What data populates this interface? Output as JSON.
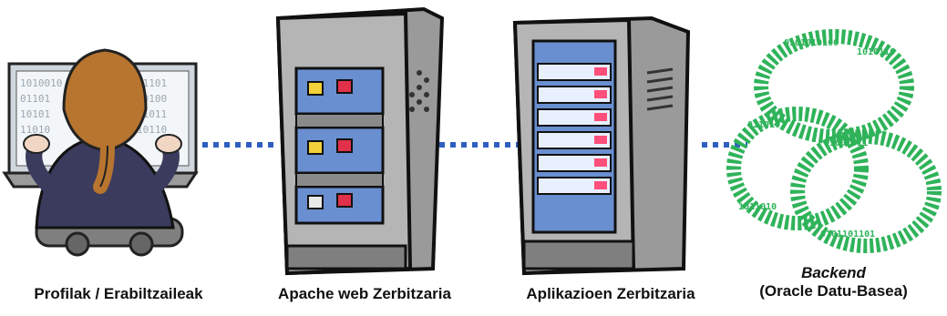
{
  "nodes": [
    {
      "id": "users",
      "label": "Profilak / Erabiltzaileak"
    },
    {
      "id": "apache",
      "label": "Apache web Zerbitzaria"
    },
    {
      "id": "appserver",
      "label": "Aplikazioen Zerbitzaria"
    },
    {
      "id": "backend",
      "label_em": "Backend",
      "label": "(Oracle Datu-Basea)"
    }
  ],
  "colors": {
    "connector": "#2f5fbf",
    "server_body": "#b5b5b5",
    "server_front": "#8a8a8a",
    "bay_blue": "#6a8fd0",
    "led_yellow": "#f2d13a",
    "led_red": "#e0304a",
    "led_pink": "#ff4f7a",
    "database": "#2fb35a",
    "hair": "#b8752f",
    "shirt": "#3b3b5e"
  },
  "icons": {
    "users": "person-at-computer-icon",
    "apache": "web-server-icon",
    "appserver": "application-server-icon",
    "backend": "binary-database-icon"
  }
}
